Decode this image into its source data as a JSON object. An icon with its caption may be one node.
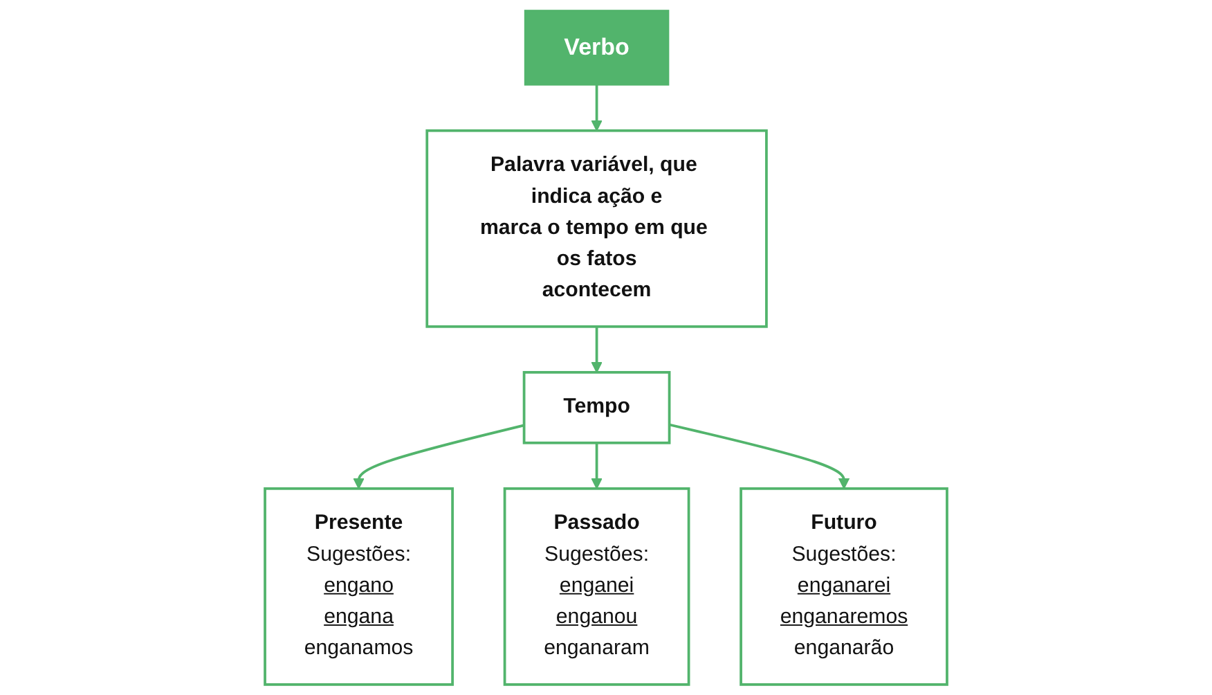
{
  "diagram": {
    "nodes": [
      {
        "text": [
          "Verbo"
        ]
      },
      {
        "text": [
          "Palavra variável, que indica ação e marca o tempo em que os fatos acontecem"
        ]
      },
      {
        "text": [
          "Tempo"
        ]
      },
      {
        "text": [
          "Presente",
          "Sugestões:",
          "engano",
          "engana",
          "enganamos"
        ]
      },
      {
        "text": [
          "Passado",
          "Sugestões:",
          "enganei",
          "enganou",
          "enganaram"
        ]
      },
      {
        "text": [
          "Futuro",
          "Sugestões:",
          "enganarei",
          "enganaremos",
          "enganarão"
        ]
      }
    ],
    "edges": [
      {
        "from": 0,
        "to": 1,
        "arrow": "to"
      },
      {
        "from": 1,
        "to": 2,
        "arrow": "to"
      },
      {
        "from": 2,
        "to": 3,
        "arrow": "to"
      },
      {
        "from": 2,
        "to": 4,
        "arrow": "to"
      },
      {
        "from": 2,
        "to": 5,
        "arrow": "to"
      }
    ]
  }
}
